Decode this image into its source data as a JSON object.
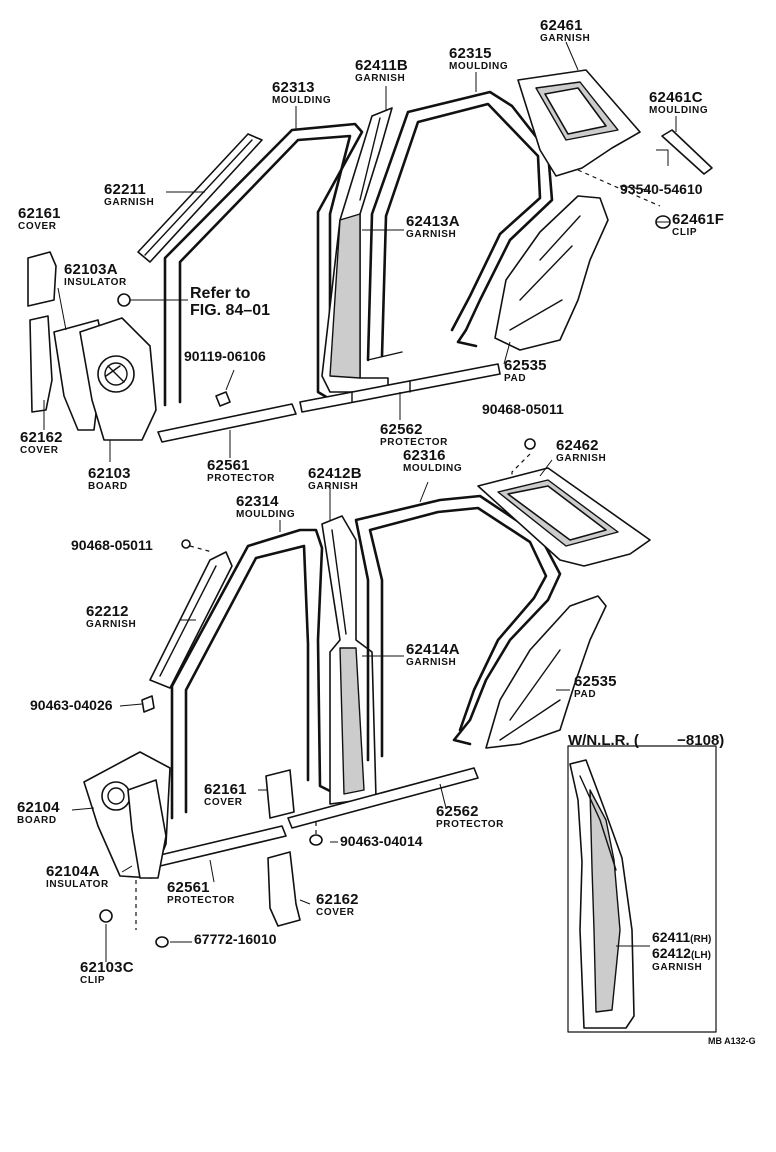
{
  "labels": {
    "p62461": {
      "num": "62461",
      "name": "GARNISH"
    },
    "p62411B": {
      "num": "62411B",
      "name": "GARNISH"
    },
    "p62315": {
      "num": "62315",
      "name": "MOULDING"
    },
    "p62313": {
      "num": "62313",
      "name": "MOULDING"
    },
    "p62461C": {
      "num": "62461C",
      "name": "MOULDING"
    },
    "p62211": {
      "num": "62211",
      "name": "GARNISH"
    },
    "p62161a": {
      "num": "62161",
      "name": "COVER"
    },
    "p62413A": {
      "num": "62413A",
      "name": "GARNISH"
    },
    "p62103A": {
      "num": "62103A",
      "name": "INSULATOR"
    },
    "p62535a": {
      "num": "62535",
      "name": "PAD"
    },
    "p62162a": {
      "num": "62162",
      "name": "COVER"
    },
    "p62562a": {
      "num": "62562",
      "name": "PROTECTOR"
    },
    "p62103": {
      "num": "62103",
      "name": "BOARD"
    },
    "p62561a": {
      "num": "62561",
      "name": "PROTECTOR"
    },
    "p62412B": {
      "num": "62412B",
      "name": "GARNISH"
    },
    "p62316": {
      "num": "62316",
      "name": "MOULDING"
    },
    "p62462": {
      "num": "62462",
      "name": "GARNISH"
    },
    "p62314": {
      "num": "62314",
      "name": "MOULDING"
    },
    "p62212": {
      "num": "62212",
      "name": "GARNISH"
    },
    "p62414A": {
      "num": "62414A",
      "name": "GARNISH"
    },
    "p62535b": {
      "num": "62535",
      "name": "PAD"
    },
    "p62161b": {
      "num": "62161",
      "name": "COVER"
    },
    "p62104": {
      "num": "62104",
      "name": "BOARD"
    },
    "p62562b": {
      "num": "62562",
      "name": "PROTECTOR"
    },
    "p62104A": {
      "num": "62104A",
      "name": "INSULATOR"
    },
    "p62561b": {
      "num": "62561",
      "name": "PROTECTOR"
    },
    "p62162b": {
      "num": "62162",
      "name": "COVER"
    },
    "p62103C": {
      "num": "62103C",
      "name": "CLIP"
    }
  },
  "inline_parts": {
    "p93540": "93540-54610",
    "p62461F": {
      "num": "62461F",
      "name": "CLIP"
    },
    "p90119": "90119-06106",
    "p90468a": "90468-05011",
    "p90468b": "90468-05011",
    "p90463a": "90463-04026",
    "p90463b": "90463-04014",
    "p67772": "67772-16010"
  },
  "reference": {
    "line1": "Refer to",
    "line2": "FIG. 84–01"
  },
  "inset": {
    "title": "W/N.L.R. (",
    "title_code": "−8108)",
    "part1_num": "62411",
    "part1_side": "(RH)",
    "part2_num": "62412",
    "part2_side": "(LH)",
    "part_name": "GARNISH"
  },
  "footer_code": "MB A132-G"
}
